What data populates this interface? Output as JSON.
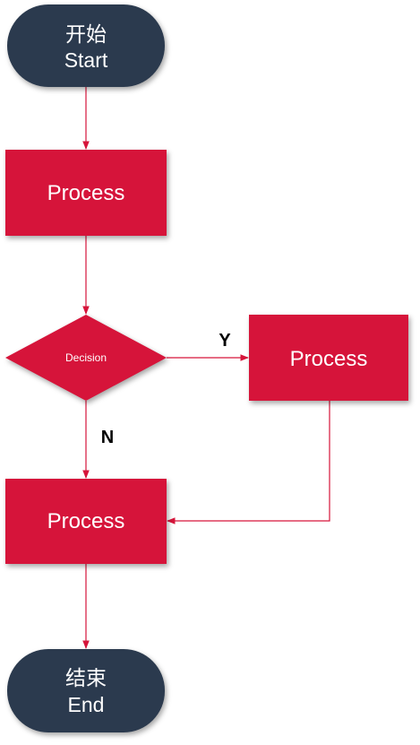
{
  "nodes": {
    "start": {
      "line1": "开始",
      "line2": "Start"
    },
    "process1": {
      "label": "Process"
    },
    "decision": {
      "label": "Decision"
    },
    "process_yes": {
      "label": "Process"
    },
    "process2": {
      "label": "Process"
    },
    "end": {
      "line1": "结束",
      "line2": "End"
    }
  },
  "edges": {
    "yes_label": "Y",
    "no_label": "N"
  },
  "colors": {
    "terminal": "#2b3a4e",
    "process": "#d6143a",
    "edge": "#d6143a"
  }
}
